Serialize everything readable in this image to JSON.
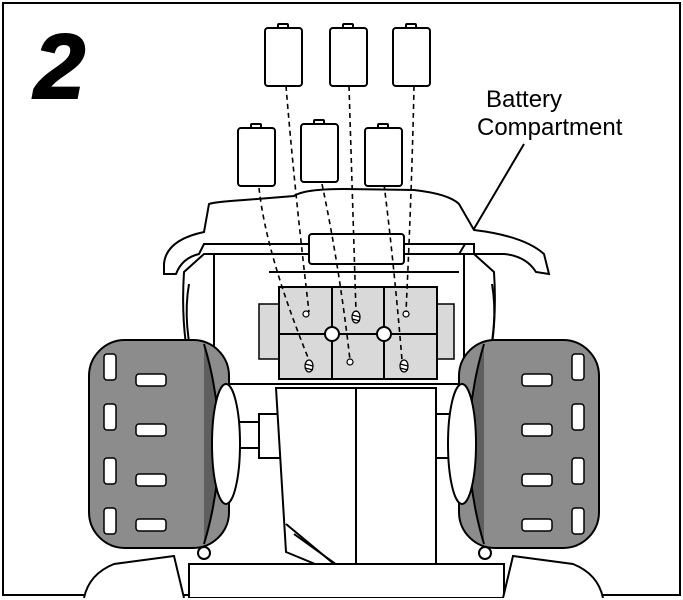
{
  "step": {
    "number": "2"
  },
  "callout": {
    "line1": "Battery",
    "line2": "Compartment"
  },
  "colors": {
    "line": "#000000",
    "wheel": "#8c8c8c",
    "wheel_dark": "#5e5e5e",
    "compartment": "#d9d9d9",
    "background": "#ffffff"
  },
  "icons": {
    "battery": "battery-icon",
    "screw": "screw-icon"
  }
}
